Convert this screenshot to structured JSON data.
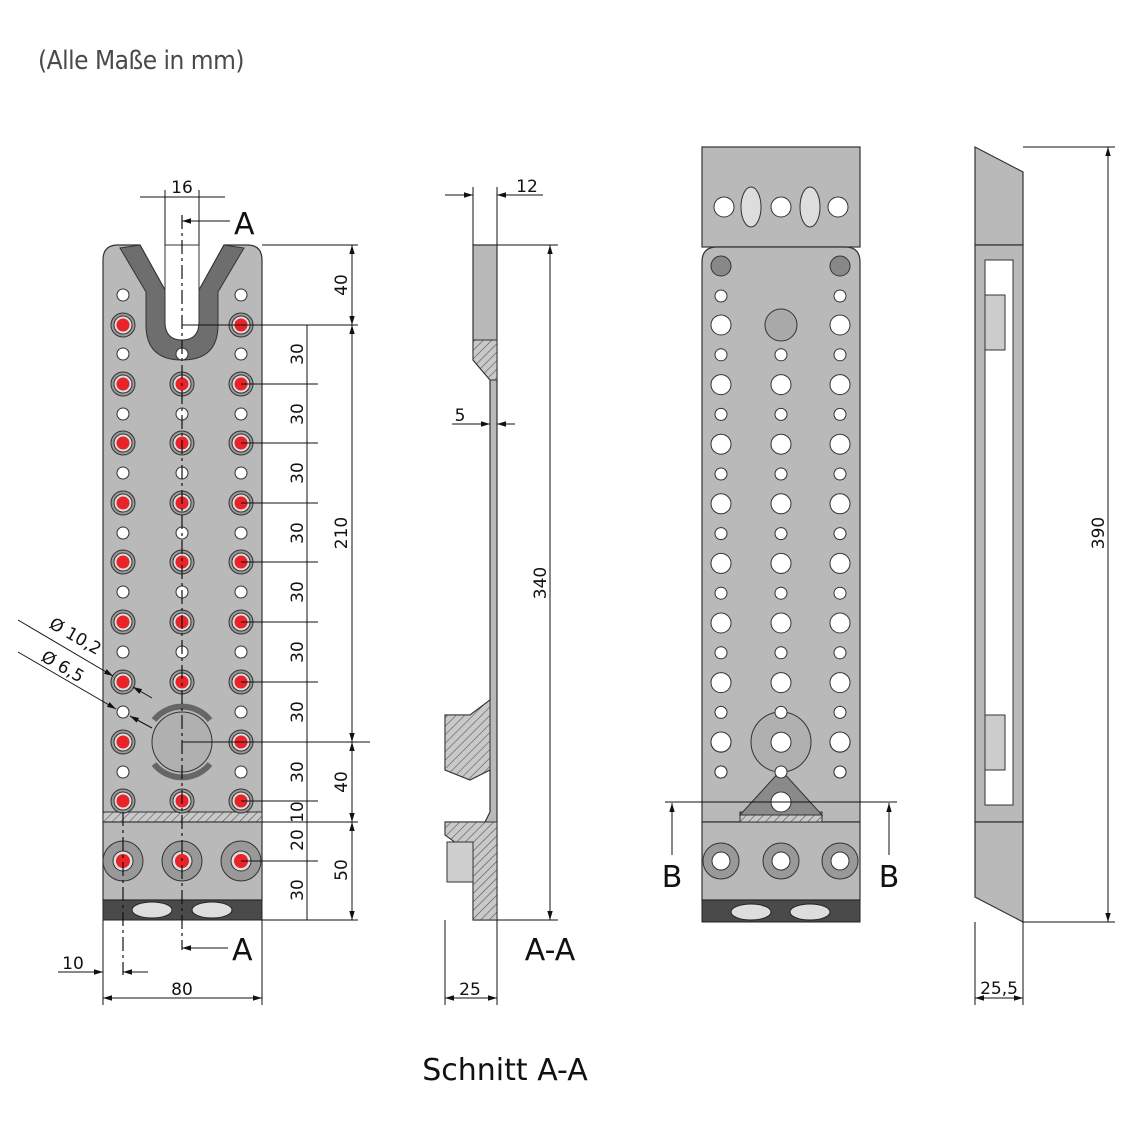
{
  "title": "(Alle Maße in mm)",
  "front_view": {
    "section_marker": "A",
    "dims": {
      "slot_width": "16",
      "top_to_first_row": "40",
      "rows_span": "210",
      "pitch_labels": [
        "30",
        "30",
        "30",
        "30",
        "30",
        "30",
        "30",
        "30"
      ],
      "center_to_base": "40",
      "band": "10",
      "lower_20": "20",
      "lower_30": "30",
      "base_height": "50",
      "edge_offset": "10",
      "width": "80",
      "dia_large": "Ø 10,2",
      "dia_small": "Ø 6,5"
    }
  },
  "section_view": {
    "dims": {
      "thickness": "12",
      "step": "5",
      "height": "340",
      "depth": "25"
    },
    "label": "A-A",
    "caption": "Schnitt A-A"
  },
  "back_view": {
    "section_marker_left": "B",
    "section_marker_right": "B"
  },
  "side_view": {
    "dims": {
      "height": "390",
      "depth": "25,5"
    }
  },
  "colors": {
    "plate": "#b9b9b9",
    "hole_red": "#e8242a",
    "dark_strip": "#4a4a4a"
  }
}
